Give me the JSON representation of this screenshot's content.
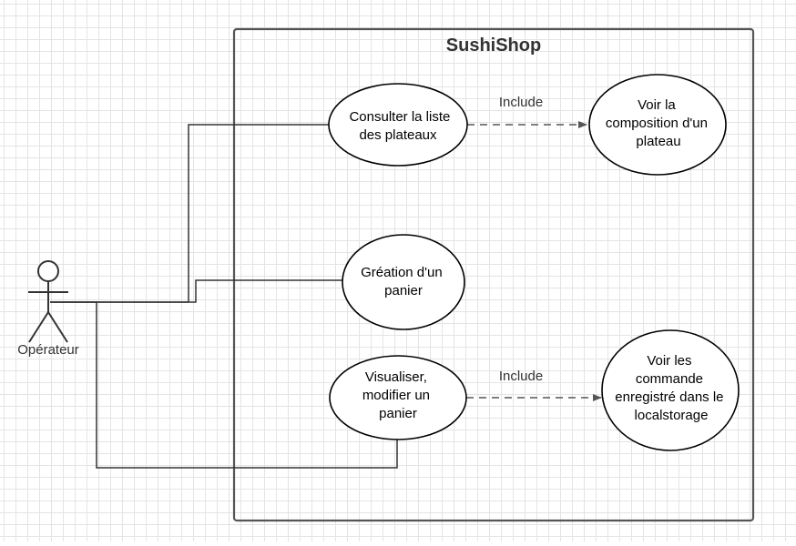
{
  "system": {
    "title": "SushiShop"
  },
  "actor": {
    "label": "Opérateur"
  },
  "use_cases": {
    "consulter": {
      "lines": [
        "Consulter la liste",
        "des plateaux"
      ]
    },
    "voir_plateau": {
      "lines": [
        "Voir la",
        "composition d'un",
        "plateau"
      ]
    },
    "creation_panier": {
      "lines": [
        "Gréation d'un",
        "panier"
      ]
    },
    "visualiser": {
      "lines": [
        "Visualiser,",
        "modifier un",
        "panier"
      ]
    },
    "voir_commandes": {
      "lines": [
        "Voir les",
        "commande",
        "enregistré dans le",
        "localstorage"
      ]
    }
  },
  "relations": {
    "include_1": "Include",
    "include_2": "Include"
  },
  "colors": {
    "line": "#333333",
    "dashed": "#555555",
    "grid": "#e4e4e4",
    "background": "#ffffff"
  }
}
